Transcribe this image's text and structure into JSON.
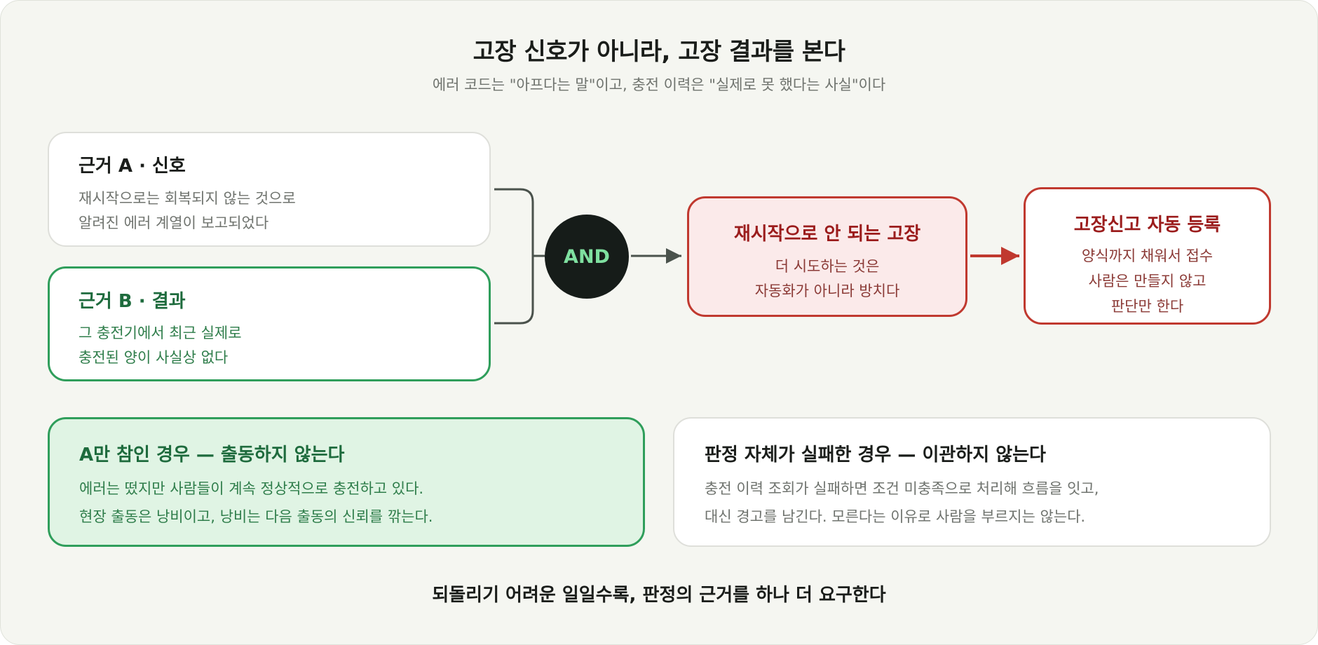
{
  "title": "고장 신호가 아니라, 고장 결과를 본다",
  "subtitle": "에러 코드는 \"아프다는 말\"이고, 충전 이력은 \"실제로 못 했다는 사실\"이다",
  "evidence_a": {
    "title": "근거 A · 신호",
    "lines": [
      "재시작으로는 회복되지 않는 것으로",
      "알려진 에러 계열이 보고되었다"
    ]
  },
  "evidence_b": {
    "title": "근거 B · 결과",
    "lines": [
      "그 충전기에서 최근 실제로",
      "충전된 양이 사실상 없다"
    ]
  },
  "and_label": "AND",
  "failure": {
    "title": "재시작으로 안 되는 고장",
    "lines": [
      "더 시도하는 것은",
      "자동화가 아니라 방치다"
    ]
  },
  "auto_register": {
    "title": "고장신고 자동 등록",
    "lines": [
      "양식까지 채워서 접수",
      "사람은 만들지 않고",
      "판단만 한다"
    ]
  },
  "only_a": {
    "title": "A만 참인 경우 — 출동하지 않는다",
    "lines": [
      "에러는 떴지만 사람들이 계속 정상적으로 충전하고 있다.",
      "현장 출동은 낭비이고, 낭비는 다음 출동의 신뢰를 깎는다."
    ]
  },
  "judge_failed": {
    "title": "판정 자체가 실패한 경우 — 이관하지 않는다",
    "lines": [
      "충전 이력 조회가 실패하면 조건 미충족으로 처리해 흐름을 잇고,",
      "대신 경고를 남긴다. 모른다는 이유로 사람을 부르지는 않는다."
    ]
  },
  "footer": "되돌리기 어려운 일일수록, 판정의 근거를 하나 더 요구한다",
  "colors": {
    "green": "#2f9e5b",
    "red": "#c0392f",
    "dark_node": "#161c19",
    "and_text": "#7fe0a0"
  }
}
